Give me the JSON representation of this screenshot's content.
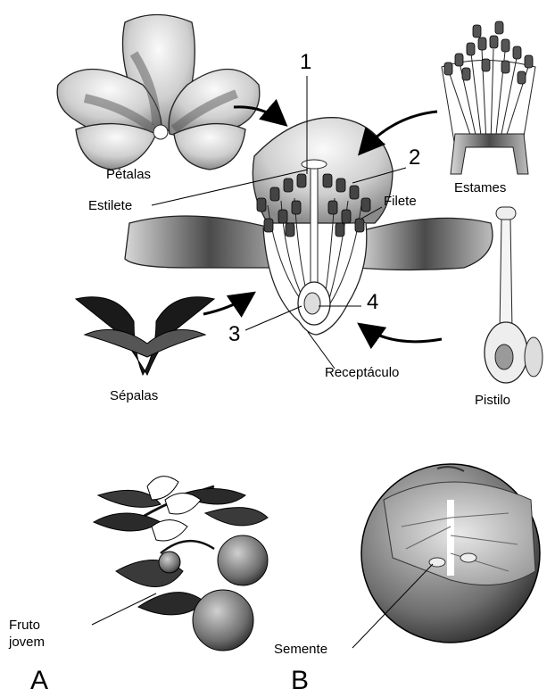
{
  "labels": {
    "petalas": "Pétalas",
    "estilete": "Estilete",
    "sepalas": "Sépalas",
    "estames": "Estames",
    "filete": "Filete",
    "receptaculo": "Receptáculo",
    "pistilo": "Pistilo",
    "n1": "1",
    "n2": "2",
    "n3": "3",
    "n4": "4",
    "fruto_line1": "Fruto",
    "fruto_line2": "jovem",
    "semente": "Semente",
    "panel_a": "A",
    "panel_b": "B"
  },
  "colors": {
    "ink": "#000000",
    "petal_light": "#f2f2f2",
    "petal_dark": "#555555",
    "sepal": "#1a1a1a",
    "fruit": "#6a6a6a"
  }
}
